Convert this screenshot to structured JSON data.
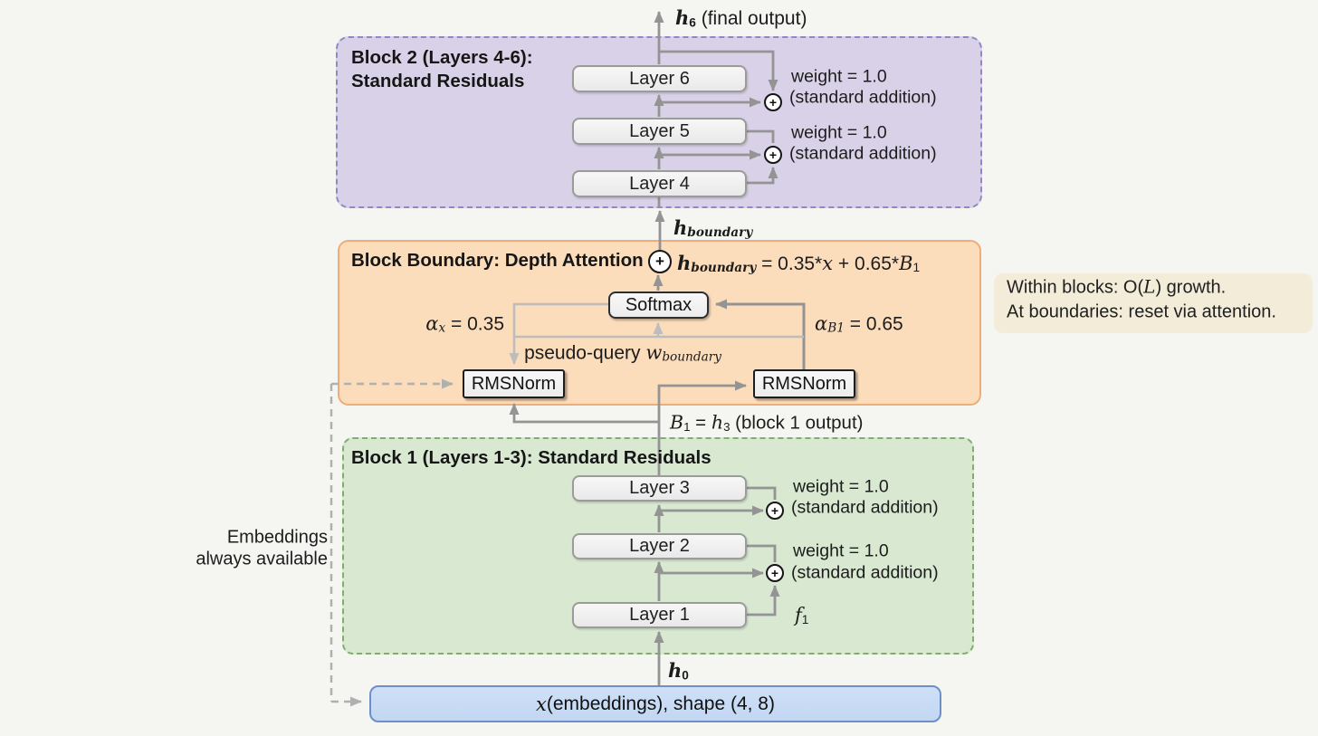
{
  "colors": {
    "background": "#f5f5f2",
    "block2_fill": "#d9d1e7",
    "block2_border": "#9287c5",
    "boundary_fill": "#fbdcbb",
    "boundary_border": "#f0ac77",
    "block1_fill": "#d8e8d1",
    "block1_border": "#7fae6e",
    "embed_fill": "#c8daf4",
    "embed_border": "#6d90cb",
    "note_fill": "#f2ecd9",
    "wire_gray": "#949494",
    "wire_light": "#bdbdbd",
    "wire_dashed": "#b0b0b0"
  },
  "glyphs": {
    "plus": "+"
  },
  "top": {
    "h6": [
      {
        "t": "h",
        "c": "mi b"
      },
      {
        "t": "6",
        "c": "sub b"
      },
      {
        "t": " (final output)",
        "c": ""
      }
    ]
  },
  "block2": {
    "title1": "Block 2 (Layers 4-6):",
    "title2": "Standard Residuals",
    "layers": [
      "Layer 6",
      "Layer 5",
      "Layer 4"
    ],
    "weight1": "weight = 1.0",
    "note1": "(standard addition)",
    "weight2": "weight = 1.0",
    "note2": "(standard addition)"
  },
  "boundary": {
    "title": "Block Boundary: Depth Attention",
    "h_label": [
      {
        "t": "h",
        "c": "mi b"
      },
      {
        "t": "boundary",
        "c": "mi sub b"
      }
    ],
    "equation": [
      {
        "t": "h",
        "c": "mi b"
      },
      {
        "t": "boundary",
        "c": "mi sub b"
      },
      {
        "t": " = 0.35*",
        "c": ""
      },
      {
        "t": "x",
        "c": "mi"
      },
      {
        "t": " + 0.65*",
        "c": ""
      },
      {
        "t": "B",
        "c": "mi"
      },
      {
        "t": "1",
        "c": "sub"
      }
    ],
    "alpha_x": [
      {
        "t": "α",
        "c": "mi"
      },
      {
        "t": "x",
        "c": "mi sub"
      },
      {
        "t": " = 0.35",
        "c": ""
      }
    ],
    "alpha_b1": [
      {
        "t": "α",
        "c": "mi"
      },
      {
        "t": "B1",
        "c": "mi sub"
      },
      {
        "t": " = 0.65",
        "c": ""
      }
    ],
    "pseudo_query": [
      {
        "t": "pseudo-query ",
        "c": ""
      },
      {
        "t": "w",
        "c": "mi"
      },
      {
        "t": "boundary",
        "c": "mi sub"
      }
    ],
    "softmax": "Softmax",
    "rmsnorm_left": "RMSNorm",
    "rmsnorm_right": "RMSNorm"
  },
  "b1_line": [
    {
      "t": "B",
      "c": "mi"
    },
    {
      "t": "1",
      "c": "sub"
    },
    {
      "t": " = ",
      "c": ""
    },
    {
      "t": "h",
      "c": "mi"
    },
    {
      "t": "3",
      "c": "sub"
    },
    {
      "t": " (block 1 output)",
      "c": ""
    }
  ],
  "block1": {
    "title": "Block 1 (Layers 1-3): Standard Residuals",
    "layers": [
      "Layer 3",
      "Layer 2",
      "Layer 1"
    ],
    "weight1": "weight = 1.0",
    "note1": "(standard addition)",
    "weight2": "weight = 1.0",
    "note2": "(standard addition)",
    "f1": [
      {
        "t": "f",
        "c": "mi"
      },
      {
        "t": "1",
        "c": "sub"
      }
    ]
  },
  "h0": [
    {
      "t": "h",
      "c": "mi b"
    },
    {
      "t": "0",
      "c": "sub b"
    }
  ],
  "embed_box": [
    {
      "t": "x",
      "c": "mi"
    },
    {
      "t": " (embeddings), shape (4, 8)",
      "c": ""
    }
  ],
  "side_note": {
    "line1": [
      {
        "t": "Within blocks: O(",
        "c": ""
      },
      {
        "t": "L",
        "c": "mi"
      },
      {
        "t": ") growth.",
        "c": ""
      }
    ],
    "line2": "At boundaries: reset via attention."
  },
  "embeddings_note": {
    "line1": "Embeddings",
    "line2": "always available"
  }
}
